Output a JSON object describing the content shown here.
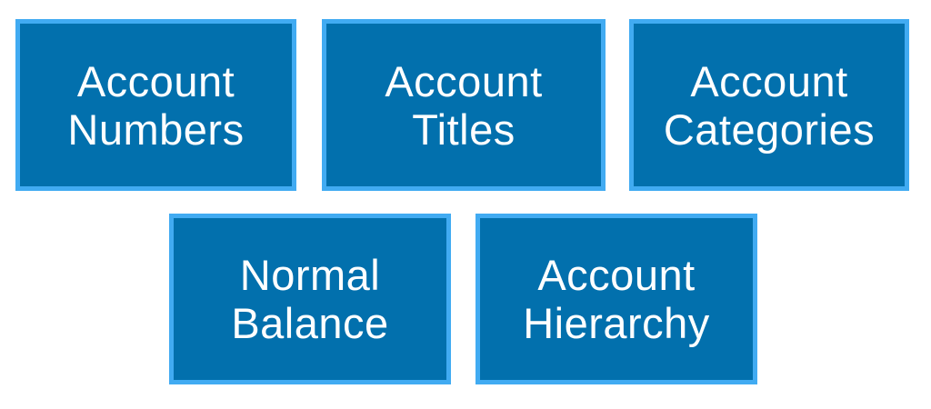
{
  "colors": {
    "background": "#FFFFFF",
    "box_fill": "#0270AD",
    "box_border": "#41ABF2",
    "text": "#FFFFFF"
  },
  "diagram": {
    "boxes": [
      {
        "id": "account-numbers",
        "label": "Account Numbers",
        "line1": "Account",
        "line2": "Numbers"
      },
      {
        "id": "account-titles",
        "label": "Account Titles",
        "line1": "Account",
        "line2": "Titles"
      },
      {
        "id": "account-categories",
        "label": "Account Categories",
        "line1": "Account",
        "line2": "Categories"
      },
      {
        "id": "normal-balance",
        "label": "Normal Balance",
        "line1": "Normal",
        "line2": "Balance"
      },
      {
        "id": "account-hierarchy",
        "label": "Account Hierarchy",
        "line1": "Account",
        "line2": "Hierarchy"
      }
    ]
  }
}
